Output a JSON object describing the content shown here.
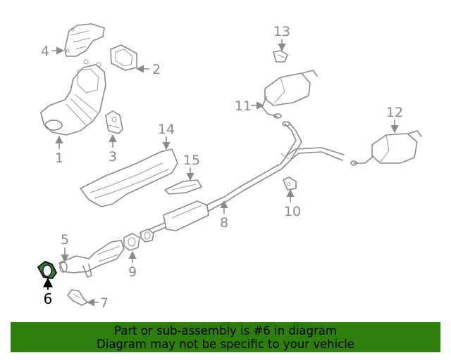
{
  "callouts": {
    "c1": "1",
    "c2": "2",
    "c3": "3",
    "c4": "4",
    "c5": "5",
    "c6": "6",
    "c7": "7",
    "c8": "8",
    "c9": "9",
    "c10": "10",
    "c11": "11",
    "c12": "12",
    "c13": "13",
    "c14": "14",
    "c15": "15"
  },
  "highlighted_part": "6",
  "banner": {
    "line1": "Part or sub-assembly is #6 in diagram",
    "line2": "Diagram may not be specific to your vehicle"
  },
  "colors": {
    "banner_bg": "#2e7d0f",
    "highlight_part": "#2e7d32",
    "line_art": "#8a8a8a"
  }
}
